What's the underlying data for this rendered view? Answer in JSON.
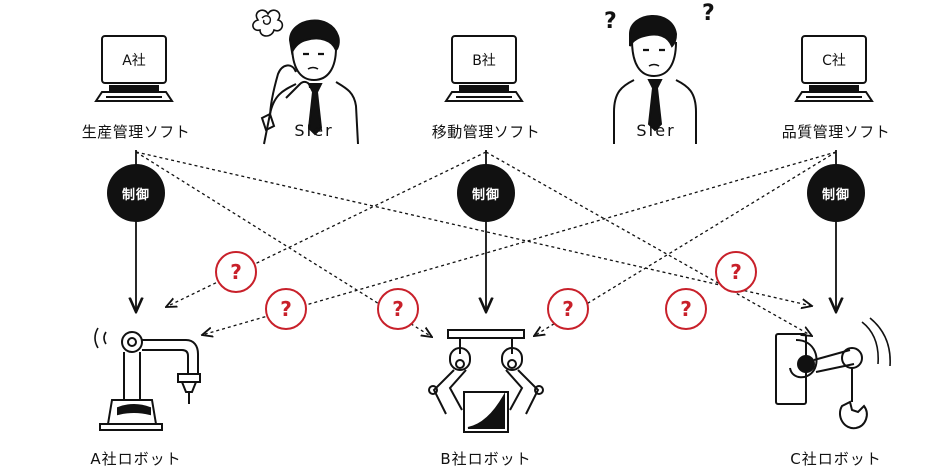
{
  "companies": [
    {
      "screen": "A社",
      "software": "生産管理ソフト",
      "robot": "A社ロボット"
    },
    {
      "screen": "B社",
      "software": "移動管理ソフト",
      "robot": "B社ロボット"
    },
    {
      "screen": "C社",
      "software": "品質管理ソフト",
      "robot": "C社ロボット"
    }
  ],
  "integrators": [
    {
      "label": "SIer"
    },
    {
      "label": "SIer"
    }
  ],
  "control_label": "制御",
  "unknown_mark": "?",
  "thought_marks": {
    "confused": "?",
    "question": "?"
  },
  "colors": {
    "accent": "#c8202a",
    "ink": "#111111"
  }
}
